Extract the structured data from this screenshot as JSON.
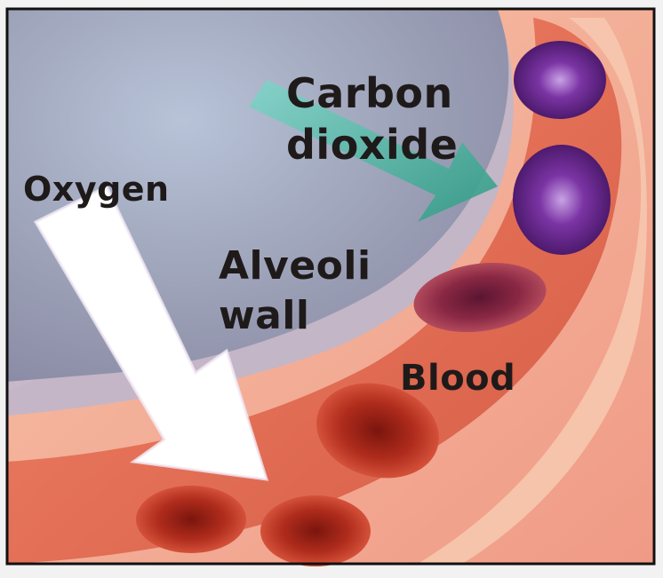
{
  "labels": {
    "oxygen": "Oxygen",
    "carbon_dioxide_line1": "Carbon",
    "carbon_dioxide_line2": "dioxide",
    "alveoli_line1": "Alveoli",
    "alveoli_line2": "wall",
    "blood": "Blood"
  },
  "colors": {
    "alveolus_interior": "#9c9fb4",
    "capillary_wall": "#f2a48e",
    "blood_plasma": "#e0705a",
    "red_blood_cell": "#a52a1e",
    "deoxygenated_cell": "#6b2a8c",
    "oxygen_arrow": "#ffffff",
    "co2_arrow": "#3aa38a",
    "frame": "#111111"
  }
}
